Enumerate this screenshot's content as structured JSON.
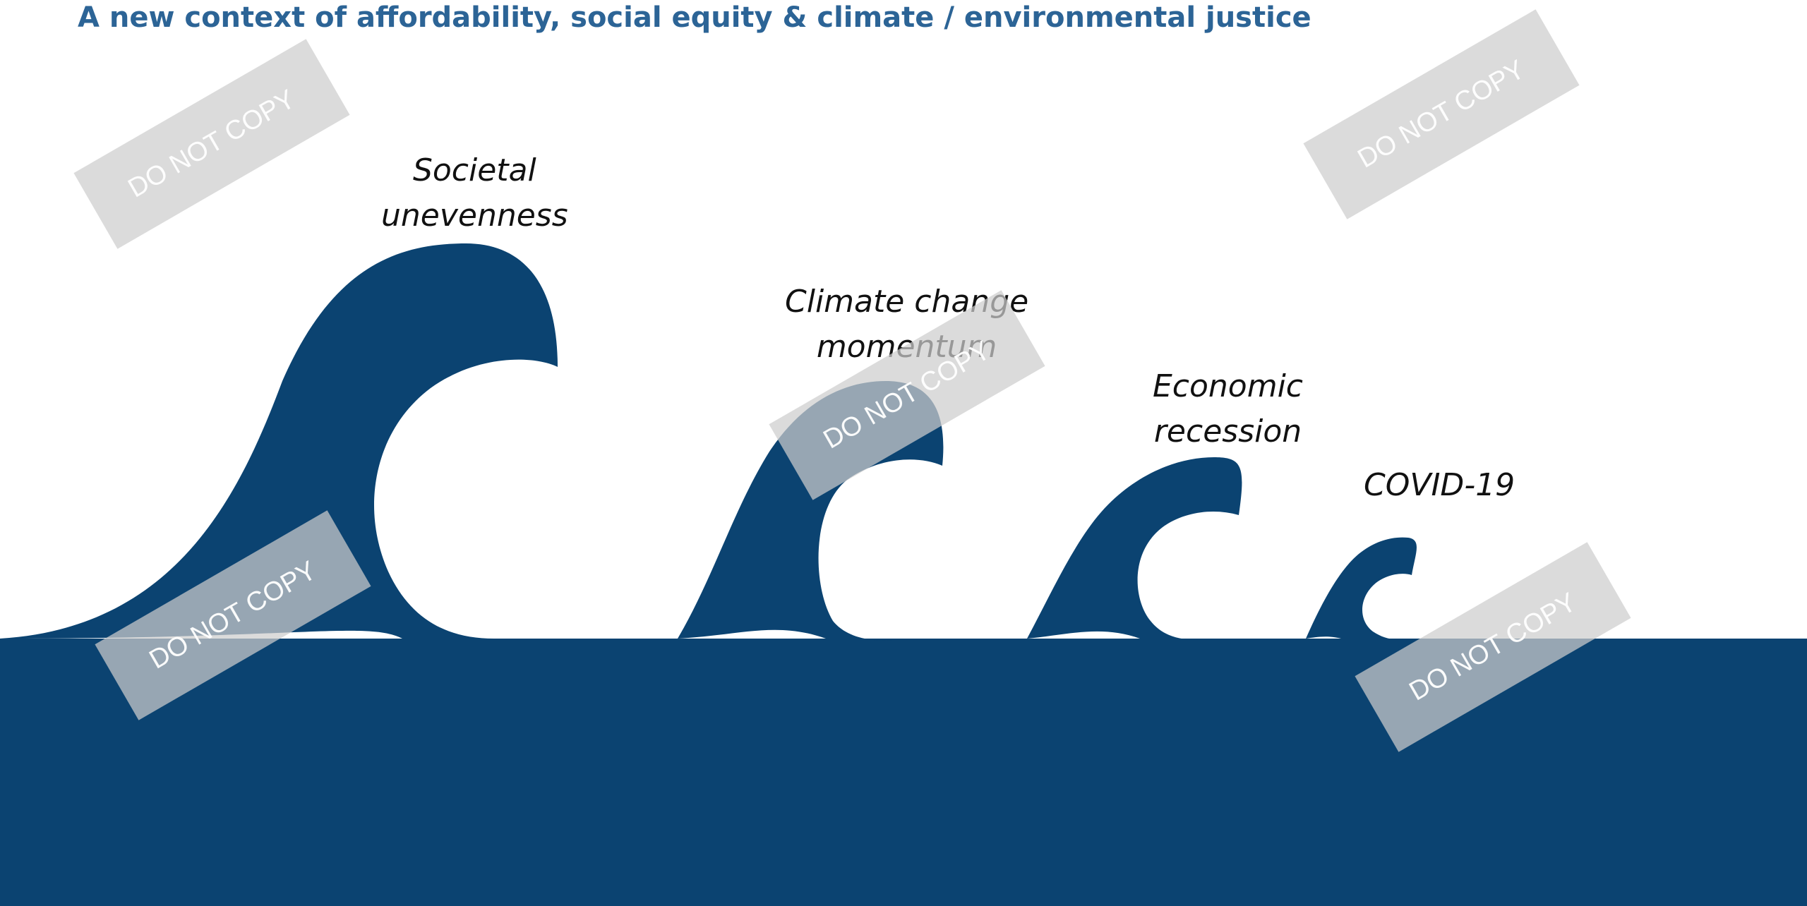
{
  "title": "A new context of affordability, social equity & climate / environmental justice",
  "waves": [
    {
      "label_lines": [
        "Societal",
        "unevenness"
      ]
    },
    {
      "label_lines": [
        "Climate change",
        "momentum"
      ]
    },
    {
      "label_lines": [
        "Economic",
        "recession"
      ]
    },
    {
      "label_lines": [
        "COVID-19"
      ]
    }
  ],
  "watermark": "DO NOT COPY",
  "colors": {
    "wave": "#0b4371",
    "title": "#2c6496"
  }
}
